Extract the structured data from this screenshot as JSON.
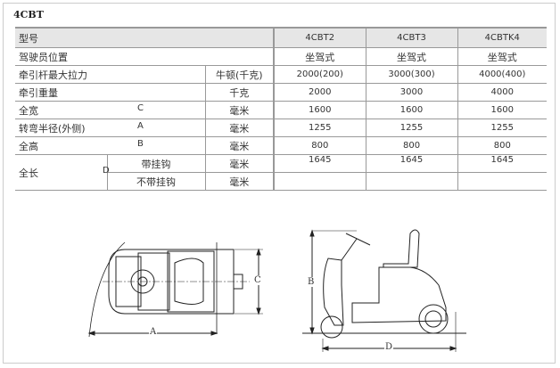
{
  "title": "4CBT",
  "table": {
    "header": {
      "label": "型号",
      "models": [
        "4CBT2",
        "4CBT3",
        "4CBTK4"
      ]
    },
    "rows": [
      {
        "label": "驾驶员位置",
        "unit": "",
        "values": [
          "坐驾式",
          "坐驾式",
          "坐驾式"
        ]
      },
      {
        "label": "牵引杆最大拉力",
        "unit": "牛顿(千克)",
        "values": [
          "2000(200)",
          "3000(300)",
          "4000(400)"
        ]
      },
      {
        "label": "牵引重量",
        "unit": "千克",
        "values": [
          "2000",
          "3000",
          "4000"
        ]
      },
      {
        "label": "全宽",
        "letter": "C",
        "unit": "毫米",
        "values": [
          "1600",
          "1600",
          "1600"
        ]
      },
      {
        "label": "转弯半径(外侧)",
        "letter": "A",
        "unit": "毫米",
        "values": [
          "1255",
          "1255",
          "1255"
        ]
      },
      {
        "label": "全高",
        "letter": "B",
        "unit": "毫米",
        "values": [
          "800",
          "800",
          "800"
        ]
      }
    ],
    "length": {
      "label": "全长",
      "letter": "D",
      "sub": [
        {
          "label": "带挂钩",
          "unit": "毫米",
          "values": [
            "1645",
            "1645",
            "1645"
          ]
        },
        {
          "label": "不带挂钩",
          "unit": "毫米",
          "values": [
            "",
            "",
            ""
          ]
        }
      ]
    }
  },
  "diagram": {
    "A": "A",
    "B": "B",
    "C": "C",
    "D": "D"
  }
}
